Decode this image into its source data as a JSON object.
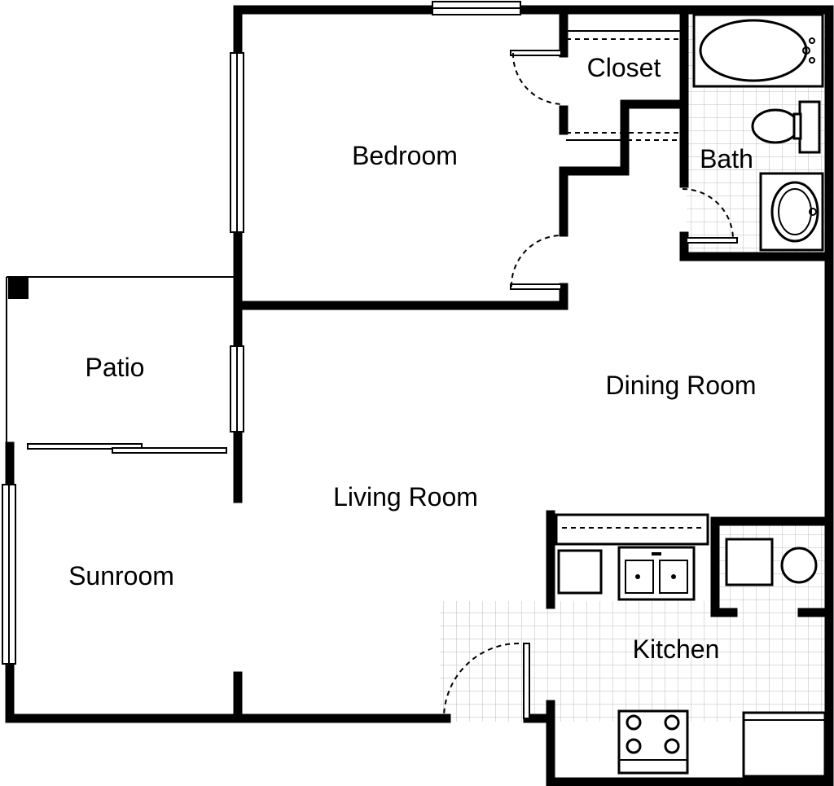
{
  "rooms": {
    "bedroom": "Bedroom",
    "closet": "Closet",
    "bath": "Bath",
    "patio": "Patio",
    "dining_room": "Dining Room",
    "living_room": "Living Room",
    "sunroom": "Sunroom",
    "kitchen": "Kitchen"
  }
}
